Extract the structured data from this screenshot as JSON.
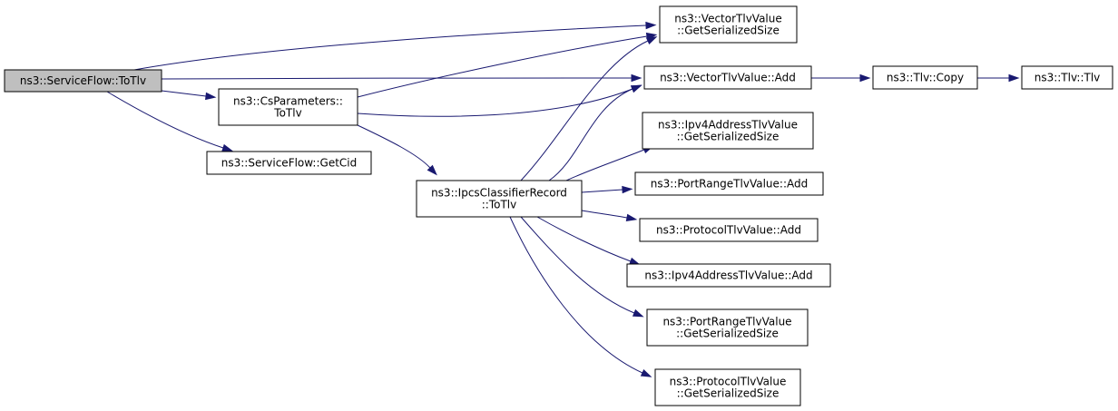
{
  "colors": {
    "edge": "#191970",
    "root_fill": "#bfbfbf",
    "node_fill": "#ffffff",
    "node_border": "#000000"
  },
  "nodes": {
    "sf_totlv": {
      "lines": [
        "ns3::ServiceFlow::ToTlv"
      ]
    },
    "csparam_totlv": {
      "lines": [
        "ns3::CsParameters::",
        "ToTlv"
      ]
    },
    "sf_getcid": {
      "lines": [
        "ns3::ServiceFlow::GetCid"
      ]
    },
    "ipcs_totlv": {
      "lines": [
        "ns3::IpcsClassifierRecord",
        "::ToTlv"
      ]
    },
    "vec_getsize": {
      "lines": [
        "ns3::VectorTlvValue",
        "::GetSerializedSize"
      ]
    },
    "vec_add": {
      "lines": [
        "ns3::VectorTlvValue::Add"
      ]
    },
    "tlv_copy": {
      "lines": [
        "ns3::Tlv::Copy"
      ]
    },
    "tlv_tlv": {
      "lines": [
        "ns3::Tlv::Tlv"
      ]
    },
    "ipv4_getsize": {
      "lines": [
        "ns3::Ipv4AddressTlvValue",
        "::GetSerializedSize"
      ]
    },
    "portrange_add": {
      "lines": [
        "ns3::PortRangeTlvValue::Add"
      ]
    },
    "protocol_add": {
      "lines": [
        "ns3::ProtocolTlvValue::Add"
      ]
    },
    "ipv4_add": {
      "lines": [
        "ns3::Ipv4AddressTlvValue::Add"
      ]
    },
    "portrange_getsize": {
      "lines": [
        "ns3::PortRangeTlvValue",
        "::GetSerializedSize"
      ]
    },
    "protocol_getsize": {
      "lines": [
        "ns3::ProtocolTlvValue",
        "::GetSerializedSize"
      ]
    }
  },
  "edges": [
    [
      "sf_totlv",
      "vec_getsize"
    ],
    [
      "sf_totlv",
      "vec_add"
    ],
    [
      "sf_totlv",
      "csparam_totlv"
    ],
    [
      "sf_totlv",
      "sf_getcid"
    ],
    [
      "csparam_totlv",
      "vec_getsize"
    ],
    [
      "csparam_totlv",
      "vec_add"
    ],
    [
      "csparam_totlv",
      "ipcs_totlv"
    ],
    [
      "vec_add",
      "tlv_copy"
    ],
    [
      "tlv_copy",
      "tlv_tlv"
    ],
    [
      "ipcs_totlv",
      "vec_getsize"
    ],
    [
      "ipcs_totlv",
      "vec_add"
    ],
    [
      "ipcs_totlv",
      "ipv4_getsize"
    ],
    [
      "ipcs_totlv",
      "portrange_add"
    ],
    [
      "ipcs_totlv",
      "protocol_add"
    ],
    [
      "ipcs_totlv",
      "ipv4_add"
    ],
    [
      "ipcs_totlv",
      "portrange_getsize"
    ],
    [
      "ipcs_totlv",
      "protocol_getsize"
    ]
  ]
}
